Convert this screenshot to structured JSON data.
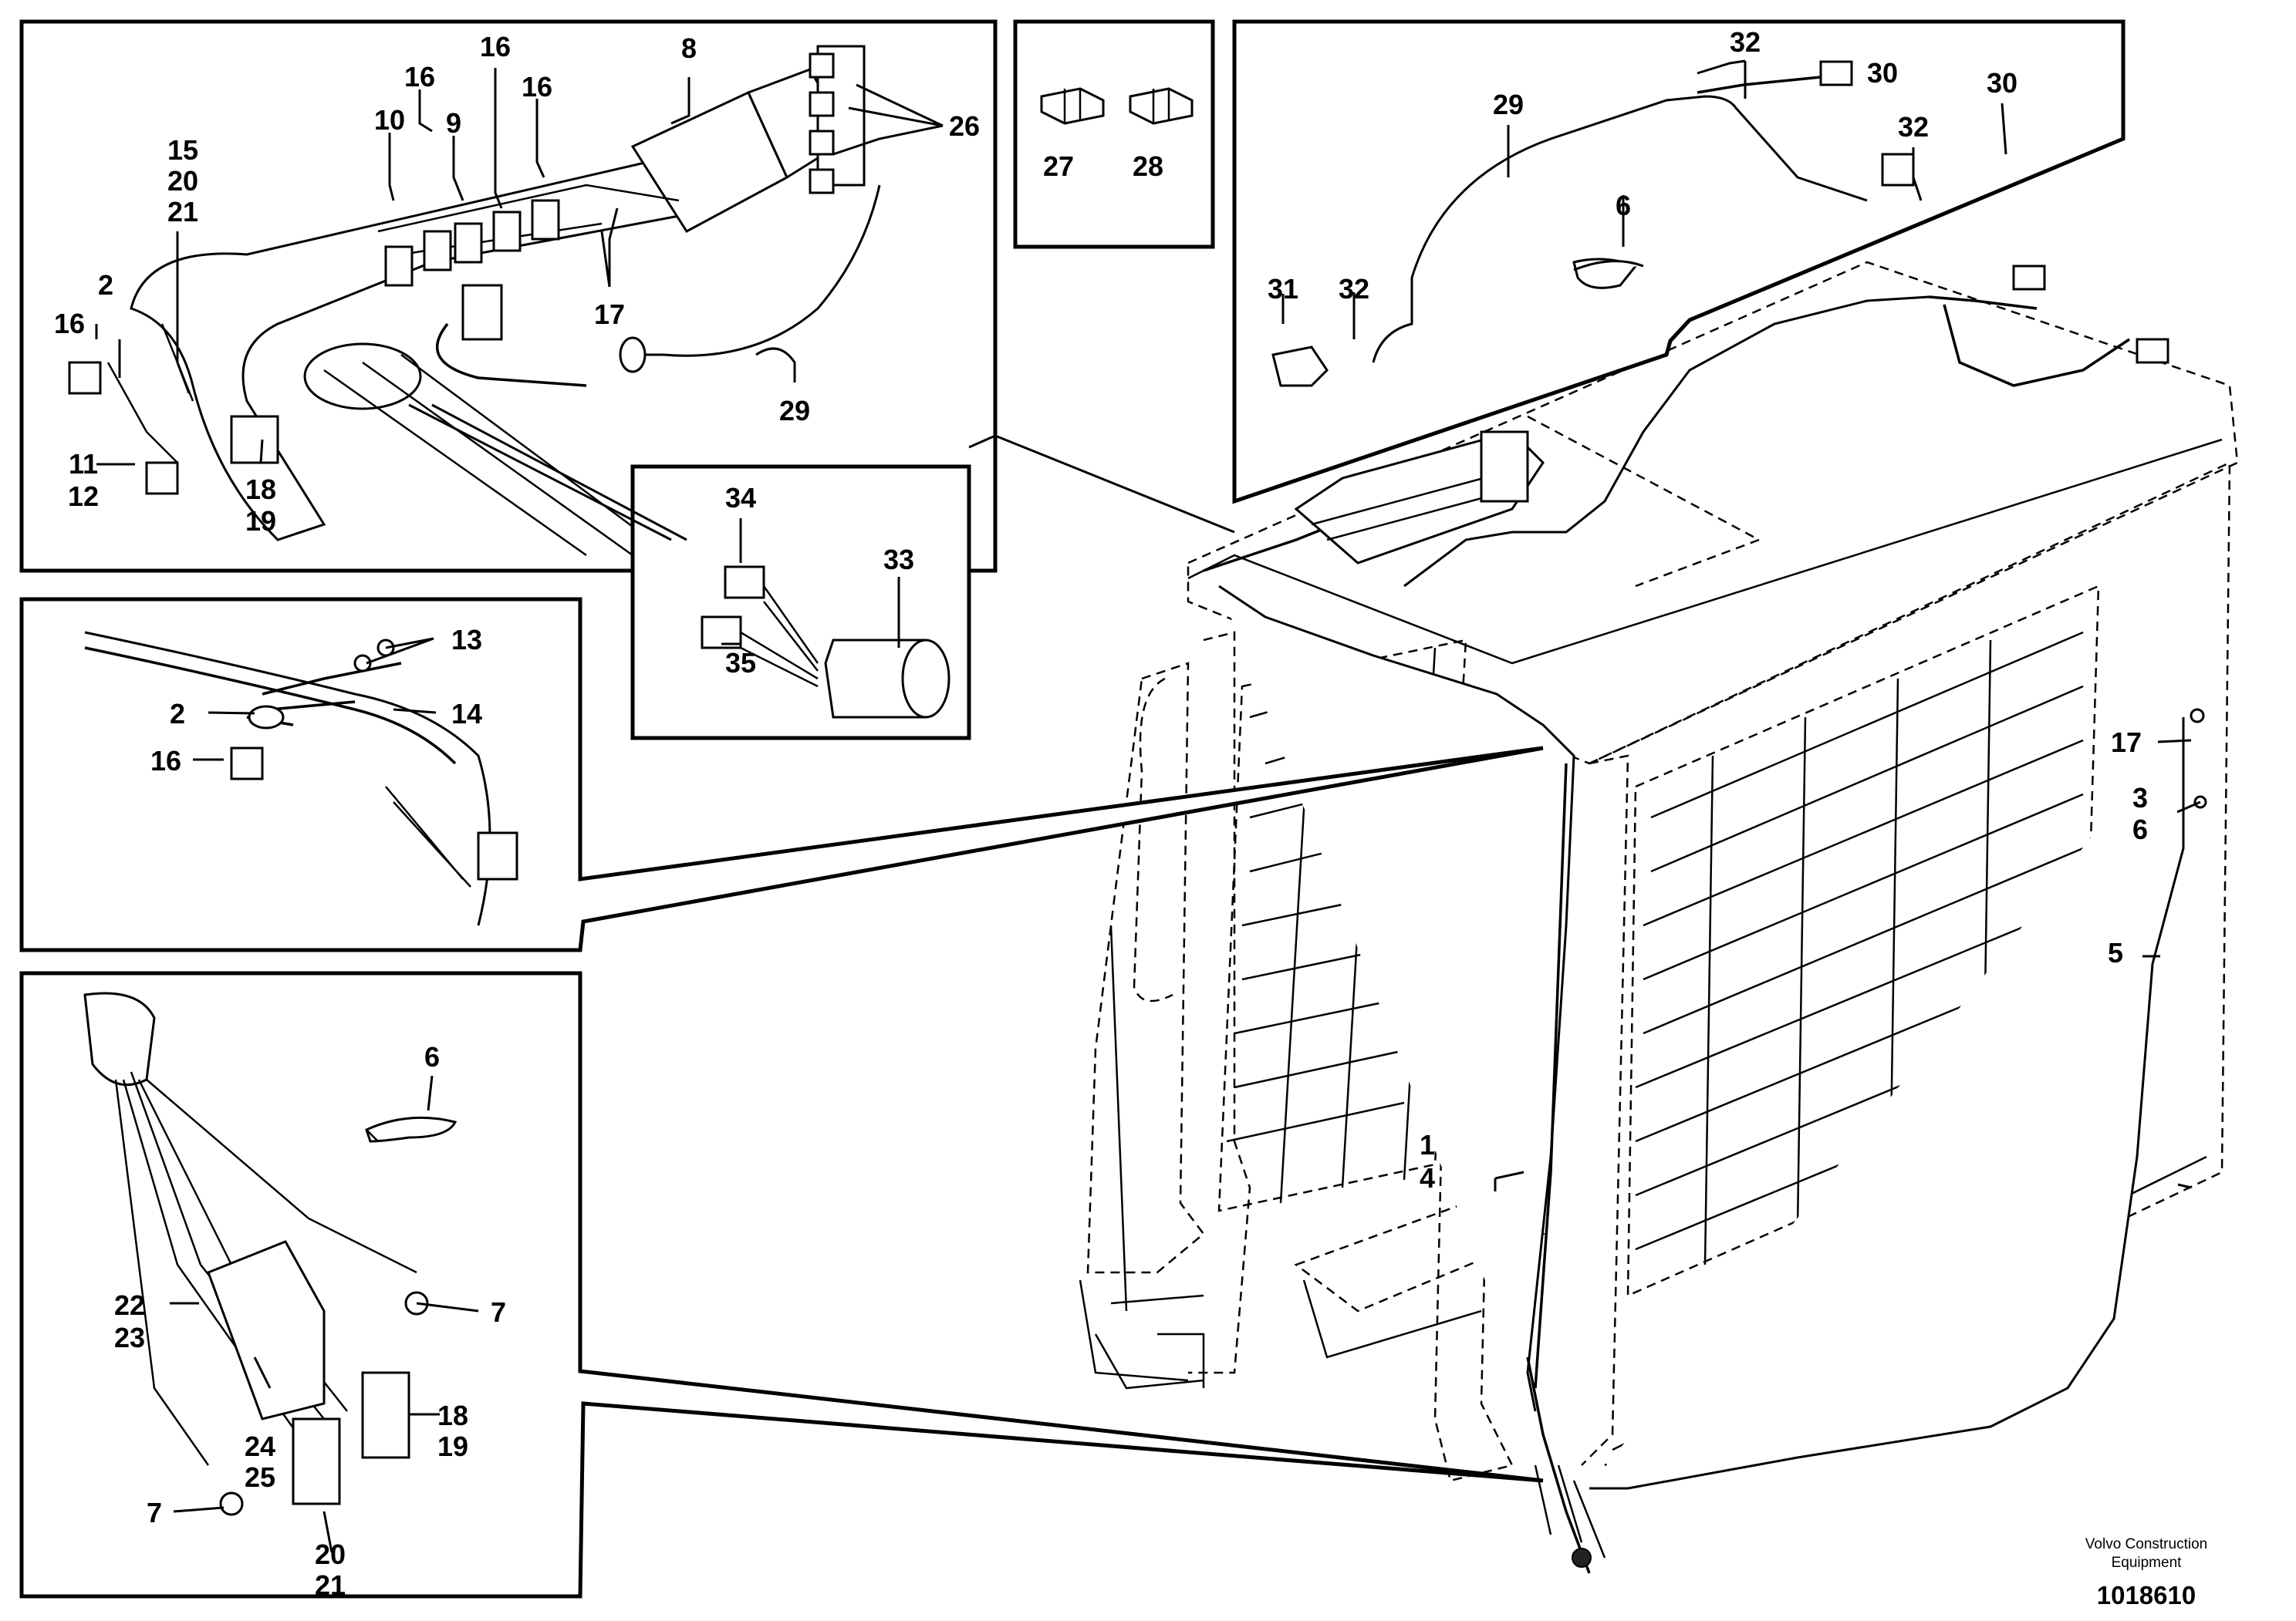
{
  "callouts": {
    "c1": "1",
    "c4": "4",
    "c5": "5",
    "c3": "3",
    "c6a": "6",
    "c17a": "17",
    "c8": "8",
    "c26": "26",
    "c16a": "16",
    "c16b": "16",
    "c16c": "16",
    "c16d": "16",
    "c10": "10",
    "c9": "9",
    "c15": "15",
    "c20a": "20",
    "c21a": "21",
    "c2a": "2",
    "c11": "11",
    "c12": "12",
    "c18a": "18",
    "c19a": "19",
    "c17b": "17",
    "c29a": "29",
    "c27": "27",
    "c28": "28",
    "c32a": "32",
    "c30a": "30",
    "c29b": "29",
    "c30b": "30",
    "c32b": "32",
    "c6b": "6",
    "c31": "31",
    "c32c": "32",
    "c34": "34",
    "c33": "33",
    "c35": "35",
    "c13": "13",
    "c2b": "2",
    "c14": "14",
    "c16e": "16",
    "c6c": "6",
    "c22": "22",
    "c23": "23",
    "c7a": "7",
    "c18b": "18",
    "c19b": "19",
    "c24": "24",
    "c25": "25",
    "c7b": "7",
    "c20b": "20",
    "c21b": "21"
  },
  "caption": {
    "line1": "Volvo Construction",
    "line2": "Equipment",
    "figure_number": "1018610"
  }
}
